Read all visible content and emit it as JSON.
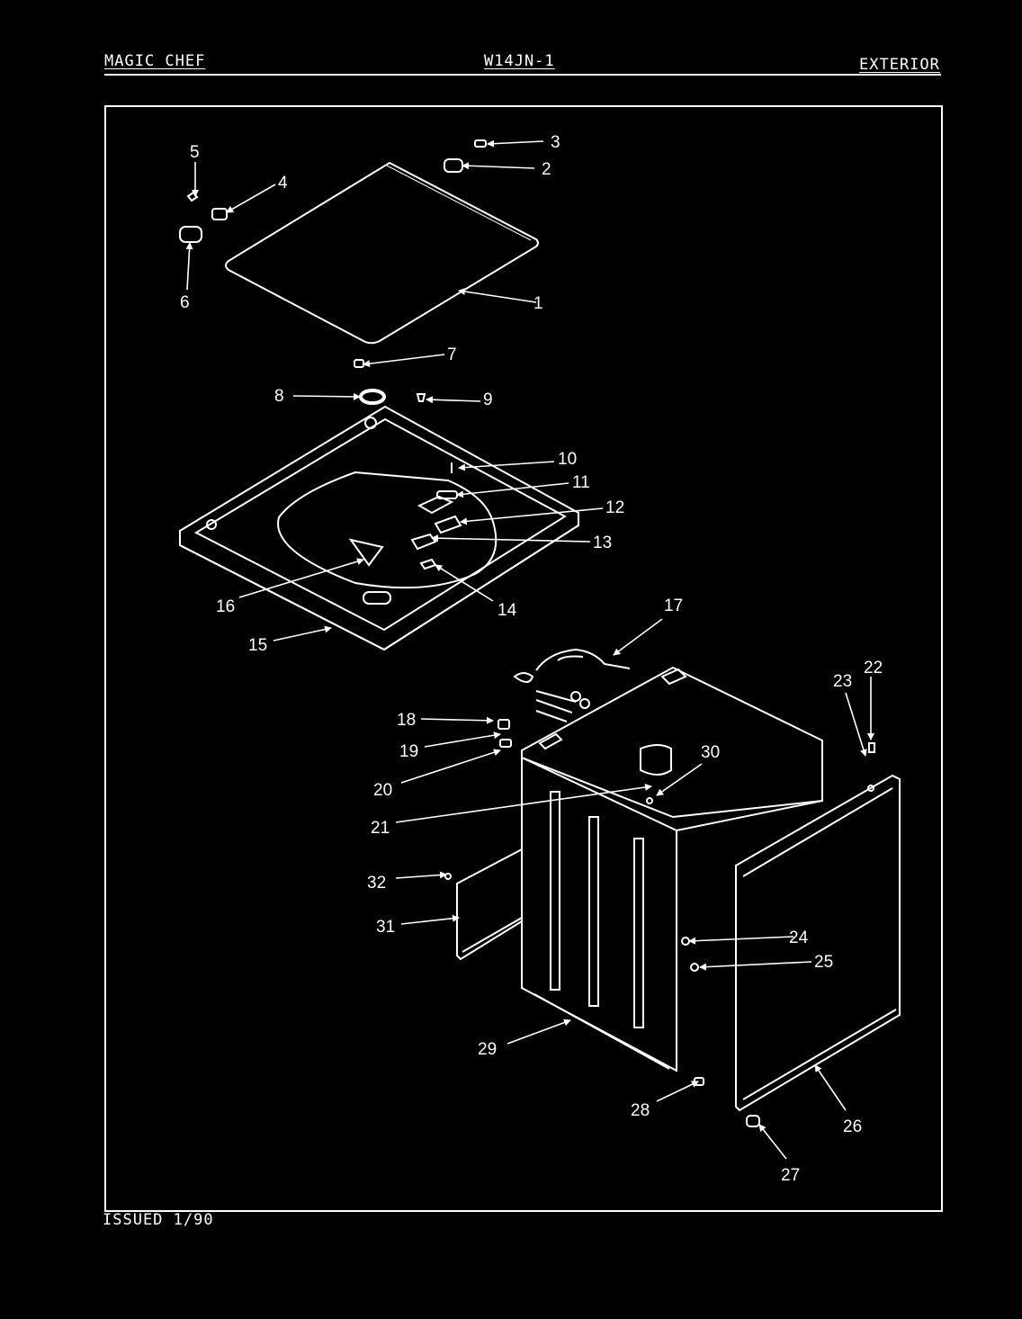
{
  "header": {
    "brand": "MAGIC CHEF",
    "model": "W14JN-1",
    "section": "EXTERIOR"
  },
  "footer": {
    "issued": "ISSUED 1/90"
  },
  "callouts": [
    "1",
    "2",
    "3",
    "4",
    "5",
    "6",
    "7",
    "8",
    "9",
    "10",
    "11",
    "12",
    "13",
    "14",
    "15",
    "16",
    "17",
    "18",
    "19",
    "20",
    "21",
    "22",
    "23",
    "24",
    "25",
    "26",
    "27",
    "28",
    "29",
    "30",
    "31",
    "32"
  ],
  "colors": {
    "background": "#000000",
    "ink": "#ffffff"
  }
}
